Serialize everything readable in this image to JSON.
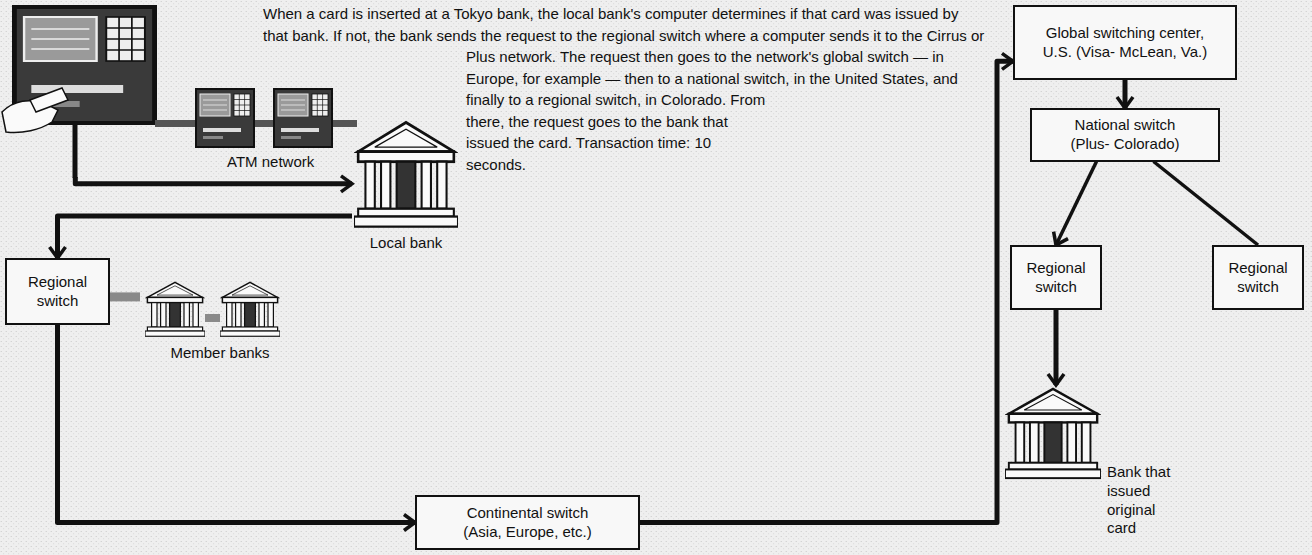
{
  "diagram": {
    "nodes": [
      {
        "text": [
          "ATM network"
        ]
      },
      {
        "text": [
          "Local bank"
        ]
      },
      {
        "text": [
          "Regional switch"
        ]
      },
      {
        "text": [
          "Member banks"
        ]
      },
      {
        "text": [
          "Continental switch (Asia, Europe, etc.)"
        ]
      },
      {
        "text": [
          "Global switching center, U.S. (Visa- McLean, Va.)"
        ]
      },
      {
        "text": [
          "National switch (Plus- Colorado)"
        ]
      },
      {
        "text": [
          "Regional switch"
        ]
      },
      {
        "text": [
          "Regional switch"
        ]
      },
      {
        "text": [
          "Bank that issued original card"
        ]
      }
    ],
    "edges": [
      {
        "from": 0,
        "to": 1,
        "arrow": "to"
      },
      {
        "from": 1,
        "to": 2,
        "arrow": "to"
      },
      {
        "from": 2,
        "to": 3,
        "arrow": "none"
      },
      {
        "from": 2,
        "to": 4,
        "arrow": "to"
      },
      {
        "from": 4,
        "to": 5,
        "arrow": "to"
      },
      {
        "from": 5,
        "to": 6,
        "arrow": "to"
      },
      {
        "from": 6,
        "to": 7,
        "arrow": "to"
      },
      {
        "from": 6,
        "to": 8,
        "arrow": "none"
      },
      {
        "from": 7,
        "to": 9,
        "arrow": "to"
      }
    ],
    "labels": [
      "When a card is inserted at a Tokyo bank, the local bank's computer determines if that card was issued by that bank. If not, the bank sends the request to the regional switch where a computer sends it to the Cirrus or Plus network. The request then goes to the network's global switch — in Europe, for example — then to a national switch, in the United States, and finally to a regional switch, in Colorado. From there, the request goes to the bank that issued the card. Transaction time: 10 seconds."
    ]
  }
}
